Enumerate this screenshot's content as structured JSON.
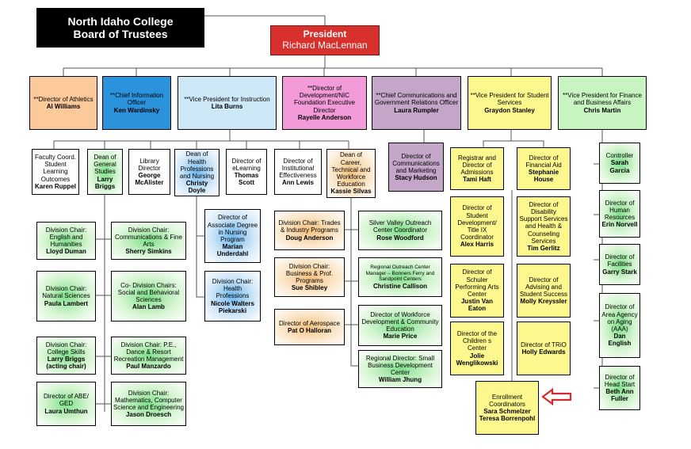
{
  "board": {
    "line1": "North Idaho College",
    "line2": "Board of Trustees"
  },
  "president": {
    "title": "President",
    "name": "Richard MacLennan"
  },
  "top": {
    "athletics": {
      "title": "**Director of Athletics",
      "name": "Al Williams"
    },
    "cio": {
      "title": "**Chief Information Officer",
      "name": "Ken Wardinsky"
    },
    "vp_instruction": {
      "title": "**Vice President for Instruction",
      "name": "Lita Burns"
    },
    "dev": {
      "title": "**Director of Development/NIC Foundation Executive Director",
      "name": "Rayelle Anderson"
    },
    "comm": {
      "title": "**Chief Communications and Government Relations Officer",
      "name": "Laura Rumpler"
    },
    "vp_students": {
      "title": "**Vice President for Student Services",
      "name": "Graydon Stanley"
    },
    "vp_finance": {
      "title": "**Vice President for Finance and Business Affairs",
      "name": "Chris Martin"
    }
  },
  "instruction": {
    "faculty": {
      "title": "Faculty Coord. Student Learning Outcomes",
      "name": "Karen Ruppel"
    },
    "dean_gen": {
      "title": "Dean of General Studies",
      "name": "Larry Briggs"
    },
    "library": {
      "title": "Library Director",
      "name": "George McAlister"
    },
    "dean_health": {
      "title": "Dean of Health Professions and Nursing",
      "name": "Christy Doyle"
    },
    "elearning": {
      "title": "Director of eLearning",
      "name": "Thomas Scott"
    },
    "inst_eff": {
      "title": "Director of Institutional Effectiveness",
      "name": "Ann Lewis"
    },
    "dean_career": {
      "title": "Dean of Career, Technical and Workforce Education",
      "name": "Kassie Silvas"
    }
  },
  "divisions": {
    "english": {
      "title": "Division Chair: English and Humanities",
      "name": "Lloyd Duman"
    },
    "comm_arts": {
      "title": "Division Chair: Communications & Fine Arts",
      "name": "Sherry Simkins"
    },
    "natural": {
      "title": "Division Chair: Natural Sciences",
      "name": "Paula Lambert"
    },
    "social": {
      "title": "Co- Division Chairs: Social and Behavioral Sciences",
      "name": "Alan Lamb"
    },
    "college_skills": {
      "title": "Division Chair: College Skills",
      "name": "Larry Briggs",
      "note": "(acting chair)"
    },
    "pe": {
      "title": "Division Chair: P.E., Dance & Resort Recreation Management",
      "name": "Paul Manzardo"
    },
    "abe": {
      "title": "Director of ABE/ GED",
      "name": "Laura Umthun"
    },
    "math": {
      "title": "Division Chair: Mathematics, Computer Science and Engineering",
      "name": "Jason Droesch"
    }
  },
  "health": {
    "nursing": {
      "title": "Director of Associate Degree in Nursing Program",
      "name": "Marian Underdahl"
    },
    "health_prof": {
      "title": "Division Chair: Health Professions",
      "name": "Nicole Walters Piekarski"
    }
  },
  "career": {
    "trades": {
      "title": "Division Chair: Trades & Industry Programs",
      "name": "Doug Anderson"
    },
    "silver": {
      "title": "Silver Valley Outreach Center Coordinator",
      "name": "Rose Woodford"
    },
    "business": {
      "title": "Division  Chair: Business & Prof. Programs",
      "name": "Sue Shibley"
    },
    "regional": {
      "title": "Regional Outreach Center Manager – Bonners Ferry and Sandpoint Centers",
      "name": "Christine Callison"
    },
    "aerospace": {
      "title": "Director of Aerospace",
      "name": "Pat O Halloran"
    },
    "workforce": {
      "title": "Director of Workforce Development & Community Education",
      "name": "Marie Price"
    },
    "sbdc": {
      "title": "Regional Director: Small Business Development Center",
      "name": "William Jhung"
    }
  },
  "communications": {
    "marketing": {
      "title": "Director of Communications and Marketing",
      "name": "Stacy Hudson"
    }
  },
  "students": {
    "registrar": {
      "title": "Registrar and Director of Admissions",
      "name": "Tami Haft"
    },
    "finaid": {
      "title": "Director of Financial Aid",
      "name": "Stephanie House"
    },
    "student_dev": {
      "title": "Director of Student Development/ Title IX Coordinator",
      "name": "Alex Harris"
    },
    "disability": {
      "title": "Director of Disability Support Services and Health & Counseling Services",
      "name": "Tim Gerlitz"
    },
    "schuler": {
      "title": "Director of Schuler Performing Arts Center",
      "name": "Justin Van Eaton"
    },
    "advising": {
      "title": "Director of Advising and Student Success",
      "name": "Molly Kreyssler"
    },
    "children": {
      "title": "Director of the Children s Center",
      "name": "Jolie Wenglikowski"
    },
    "trio": {
      "title": "Director of TRiO",
      "name": "Holly Edwards"
    },
    "enrollment": {
      "title": "Enrollment Coordinators",
      "name1": "Sara Schmelzer",
      "name2": "Teresa Borrenpohl"
    }
  },
  "finance": {
    "controller": {
      "title": "Controller",
      "name": "Sarah Garcia"
    },
    "hr": {
      "title": "Director of Human Resources",
      "name": "Erin Norvell"
    },
    "facilities": {
      "title": "Director of Facilities",
      "name": "Garry Stark"
    },
    "aging": {
      "title": "Director of Area Agency on Aging (AAA)",
      "name": "Dan English"
    },
    "headstart": {
      "title": "Director of Head Start",
      "name": "Beth Ann Fuller"
    }
  },
  "colors": {
    "president": "#d7302d",
    "arrow": "#d9282e"
  }
}
